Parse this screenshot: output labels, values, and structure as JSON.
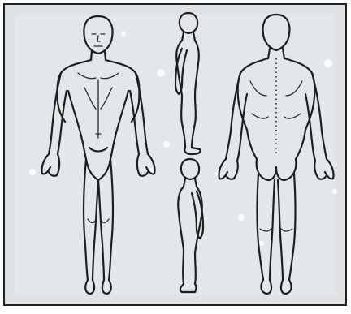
{
  "figure": {
    "content": "body chart",
    "views": [
      "front",
      "side-right",
      "side-left",
      "back"
    ],
    "colors": {
      "background": "#dfe3e6",
      "frame": "#222222",
      "ink": "#1e1e1e",
      "page": "#ffffff"
    },
    "labels": []
  }
}
